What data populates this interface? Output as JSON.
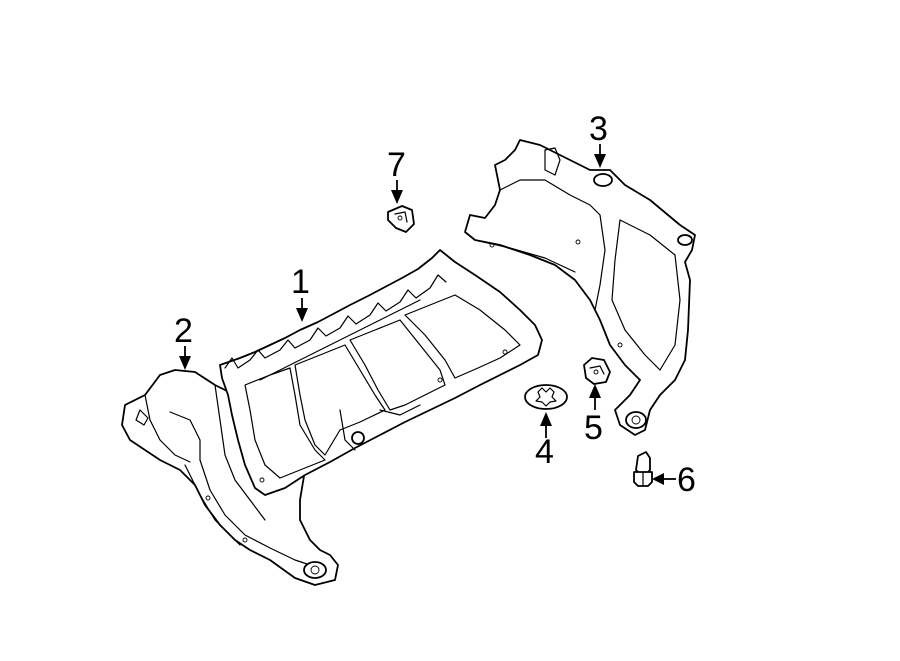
{
  "diagram": {
    "callouts": [
      {
        "id": "1",
        "label": "1",
        "part": "engine-splash-shield-center"
      },
      {
        "id": "2",
        "label": "2",
        "part": "splash-shield-left"
      },
      {
        "id": "3",
        "label": "3",
        "part": "splash-shield-right"
      },
      {
        "id": "4",
        "label": "4",
        "part": "push-retainer"
      },
      {
        "id": "5",
        "label": "5",
        "part": "clip-nut"
      },
      {
        "id": "6",
        "label": "6",
        "part": "bolt"
      },
      {
        "id": "7",
        "label": "7",
        "part": "bracket"
      }
    ]
  }
}
